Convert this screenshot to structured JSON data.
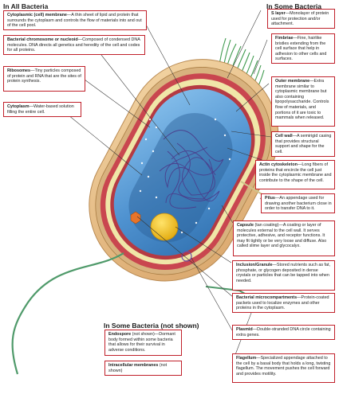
{
  "headings": {
    "all_bacteria": "In All Bacteria",
    "some_bacteria": "In Some Bacteria",
    "some_bacteria_not_shown": "In Some Bacteria (not shown)"
  },
  "left_labels": [
    {
      "term": "Cytoplasmic (cell) membrane",
      "desc": "A thin sheet of lipid and protein that surrounds the cytoplasm and controls the flow of materials into and out of the cell pool."
    },
    {
      "term": "Bacterial chromosome or nucleoid",
      "desc": "Composed of condensed DNA molecules. DNA directs all genetics and heredity of the cell and codes for all proteins."
    },
    {
      "term": "Ribosomes",
      "desc": "Tiny particles composed of protein and RNA that are the sites of protein synthesis."
    },
    {
      "term": "Cytoplasm",
      "desc": "Water-based solution filling the entire cell."
    }
  ],
  "right_labels": [
    {
      "term": "S layer",
      "desc": "Monolayer of protein used for protection and/or attachment."
    },
    {
      "term": "Fimbriae",
      "desc": "Fine, hairlike bristles extending from the cell surface that help in adhesion to other cells and surfaces."
    },
    {
      "term": "Outer membrane",
      "desc": "Extra membrane similar to cytoplasmic membrane but also containing lipopolysaccharide. Controls flow of materials, and portions of it are toxic to mammals when released."
    },
    {
      "term": "Cell wall",
      "desc": "A semirigid casing that provides structural support and shape for the cell."
    },
    {
      "term": "Actin cytoskeleton",
      "desc": "Long fibers of proteins that encircle the cell just inside the cytoplasmic membrane and contribute to the shape of the cell."
    },
    {
      "term": "Pilus",
      "desc": "An appendage used for drawing another bacterium close in order to transfer DNA to it."
    },
    {
      "term": "Capsule",
      "desc": "(tan coating)—A coating or layer of molecules external to the cell wall. It serves protective, adhesive, and receptor functions. It may fit tightly or be very loose and diffuse. Also called slime layer and glycocalyx."
    },
    {
      "term": "Inclusion/Granule",
      "desc": "Stored nutrients such as fat, phosphate, or glycogen deposited in dense crystals or particles that can be tapped into when needed."
    },
    {
      "term": "Bacterial microcompartments",
      "desc": "Protein-coated packets used to localize enzymes and other proteins in the cytoplasm."
    },
    {
      "term": "Plasmid",
      "desc": "Double-stranded DNA circle containing extra genes."
    },
    {
      "term": "Flagellum",
      "desc": "Specialized appendage attached to the cell by a basal body that holds a long, twisting flagellum. The movement pushes the cell forward and provides motility."
    }
  ],
  "not_shown_labels": [
    {
      "term": "Endospore",
      "desc": "(not shown)—Dormant body formed within some bacteria that allows for their survival in adverse conditions."
    },
    {
      "term": "Intracellular membranes",
      "desc": "(not shown)"
    }
  ],
  "colors": {
    "label_border": "#c0202a",
    "capsule": "#e7c08c",
    "outer_membrane": "#c9464f",
    "cell_wall": "#f0e6a8",
    "cytoplasm": "#5f9fd6",
    "nucleoid": "#4b3d8c",
    "flagellum": "#4f9a6a",
    "fimbriae": "#3f9a4e",
    "granule": "#f2c21a"
  }
}
